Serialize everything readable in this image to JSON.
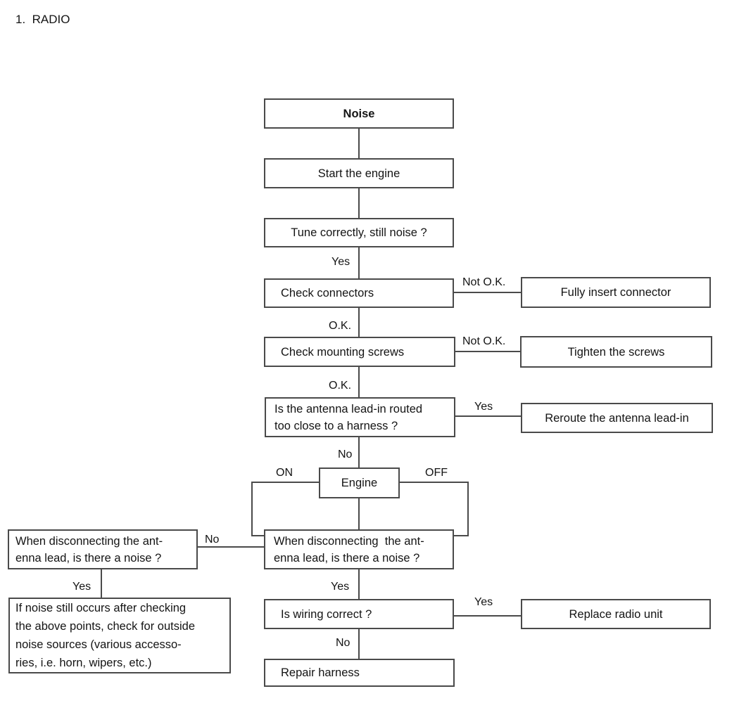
{
  "page": {
    "title": "1.  RADIO"
  },
  "colors": {
    "line": "#4a4a4a",
    "text": "#141414",
    "background": "#ffffff"
  },
  "nodes": {
    "noise": {
      "label": "Noise"
    },
    "start_engine": {
      "label": "Start the engine"
    },
    "tune": {
      "label": "Tune correctly, still noise ?"
    },
    "check_connectors": {
      "label": "Check connectors"
    },
    "fully_insert": {
      "label": "Fully insert connector"
    },
    "check_screws": {
      "label": "Check mounting screws"
    },
    "tighten_screws": {
      "label": "Tighten the screws"
    },
    "antenna_routed": {
      "line1": "Is the antenna lead-in routed",
      "line2": "too close to a harness ?"
    },
    "reroute": {
      "label": "Reroute the antenna lead-in"
    },
    "engine": {
      "label": "Engine"
    },
    "disconnect_left": {
      "line1": "When disconnecting the ant-",
      "line2": "enna lead, is there a noise ?"
    },
    "disconnect_center": {
      "line1": "When disconnecting  the ant-",
      "line2": "enna lead, is there a noise ?"
    },
    "outside_noise": {
      "line1": "If noise still occurs after checking",
      "line2": "the above points, check for outside",
      "line3": "noise sources (various accesso-",
      "line4": "ries, i.e. horn, wipers, etc.)"
    },
    "wiring": {
      "label": "Is wiring correct ?"
    },
    "replace_radio": {
      "label": "Replace radio unit"
    },
    "repair_harness": {
      "label": "Repair harness"
    }
  },
  "labels": {
    "yes_tune": "Yes",
    "notok_connectors": "Not O.K.",
    "ok_connectors": "O.K.",
    "notok_screws": "Not O.K.",
    "ok_screws": "O.K.",
    "yes_antenna": "Yes",
    "no_antenna": "No",
    "on": "ON",
    "off": "OFF",
    "no_disconnect": "No",
    "yes_disconnect_left": "Yes",
    "yes_disconnect_center": "Yes",
    "yes_wiring": "Yes",
    "no_wiring": "No"
  },
  "edges": [
    {
      "from": "noise",
      "to": "start_engine",
      "label": ""
    },
    {
      "from": "start_engine",
      "to": "tune",
      "label": ""
    },
    {
      "from": "tune",
      "to": "check_connectors",
      "label": "Yes"
    },
    {
      "from": "check_connectors",
      "to": "fully_insert",
      "label": "Not O.K."
    },
    {
      "from": "check_connectors",
      "to": "check_screws",
      "label": "O.K."
    },
    {
      "from": "check_screws",
      "to": "tighten_screws",
      "label": "Not O.K."
    },
    {
      "from": "check_screws",
      "to": "antenna_routed",
      "label": "O.K."
    },
    {
      "from": "antenna_routed",
      "to": "reroute",
      "label": "Yes"
    },
    {
      "from": "antenna_routed",
      "to": "engine",
      "label": "No"
    },
    {
      "from": "engine",
      "to": "disconnect_center",
      "label": "ON"
    },
    {
      "from": "engine",
      "to": "disconnect_center",
      "label": "OFF"
    },
    {
      "from": "engine",
      "to": "disconnect_center",
      "label": ""
    },
    {
      "from": "disconnect_center",
      "to": "disconnect_left",
      "label": "No"
    },
    {
      "from": "disconnect_center",
      "to": "wiring",
      "label": "Yes"
    },
    {
      "from": "disconnect_left",
      "to": "outside_noise",
      "label": "Yes"
    },
    {
      "from": "wiring",
      "to": "replace_radio",
      "label": "Yes"
    },
    {
      "from": "wiring",
      "to": "repair_harness",
      "label": "No"
    }
  ]
}
